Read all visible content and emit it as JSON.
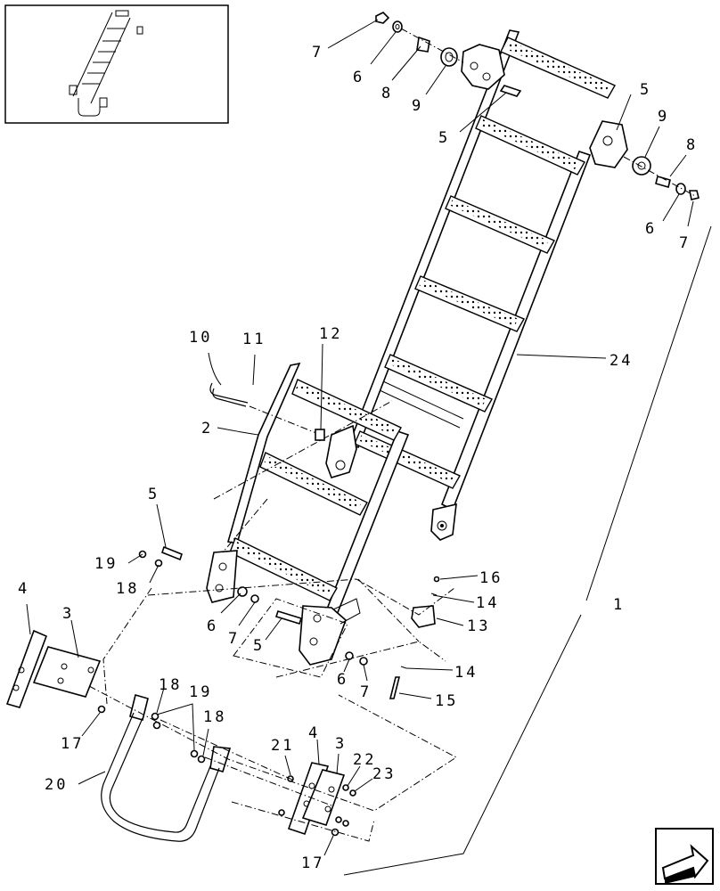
{
  "labels": {
    "l7_top": "7",
    "l6_top": "6",
    "l8_top": "8",
    "l9_top": "9",
    "l5_topright": "5",
    "l5_mid": "5",
    "l9_right": "9",
    "l8_right": "8",
    "l6_right": "6",
    "l7_right": "7",
    "l24": "24",
    "l10": "10",
    "l11": "11",
    "l12": "12",
    "l2": "2",
    "l5_left": "5",
    "l19_left": "19",
    "l18_left": "18",
    "l4_left": "4",
    "l3_left": "3",
    "l6_midleft": "6",
    "l7_midleft": "7",
    "l5_center": "5",
    "l16": "16",
    "l14_top": "14",
    "l13": "13",
    "l1": "1",
    "l14_bottom": "14",
    "l15": "15",
    "l6_center": "6",
    "l7_center": "7",
    "l18_bl": "18",
    "l19_bl": "19",
    "l18_br": "18",
    "l17_left": "17",
    "l20": "20",
    "l21": "21",
    "l4_bottom": "4",
    "l3_bottom": "3",
    "l22": "22",
    "l23": "23",
    "l17_bottom": "17"
  },
  "icons": {
    "thumbnail": "ladder-thumbnail-icon",
    "nav_arrow": "page-arrow-icon"
  }
}
